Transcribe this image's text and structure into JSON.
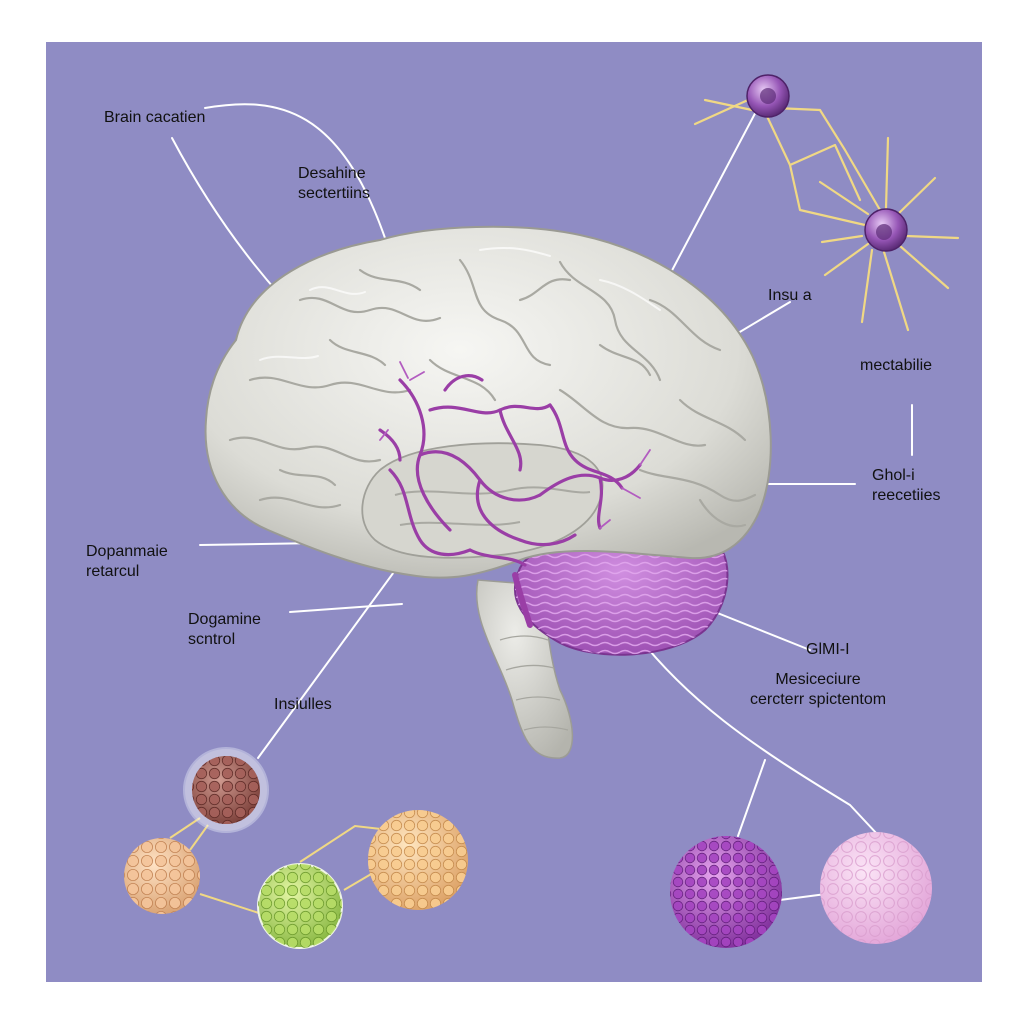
{
  "colors": {
    "background": "#8f8cc4",
    "brain": "#e6e6e1",
    "brain_shadow": "#b9b9b3",
    "vessels": "#9a3ea6",
    "cerebellum": "#b468c8",
    "neuron_body": "#8a4aa8",
    "neuron_dendrite": "#f0d884",
    "leader_line": "#ffffff"
  },
  "labels": {
    "brain_caption": {
      "lines": [
        "Brain cacatien"
      ]
    },
    "desahine": {
      "lines": [
        "Desahine",
        "sectertiins"
      ]
    },
    "insu": {
      "lines": [
        "Insu a"
      ]
    },
    "mectabilie": {
      "lines": [
        "mectabilie"
      ]
    },
    "ghol": {
      "lines": [
        "Ghol-i",
        "reecetiies"
      ]
    },
    "dopanmale": {
      "lines": [
        "Dopanmaie",
        "retarcul"
      ]
    },
    "dogamine": {
      "lines": [
        "Dogamine",
        "scntrol"
      ]
    },
    "insiulles": {
      "lines": [
        "Insiulles"
      ]
    },
    "glm": {
      "lines": [
        "GlMI-I"
      ]
    },
    "mesiceciure": {
      "lines": [
        "Mesiceciure",
        "cercterr spictentom"
      ]
    }
  }
}
